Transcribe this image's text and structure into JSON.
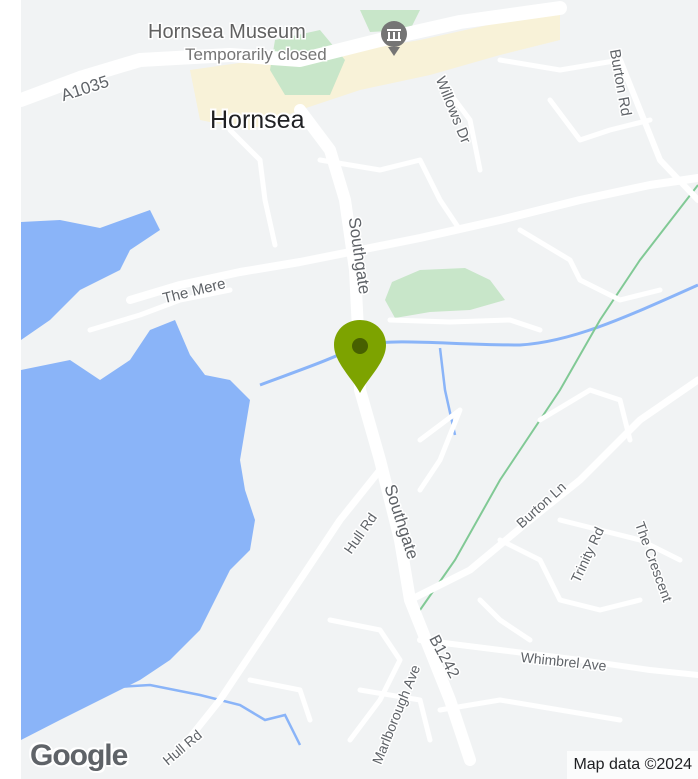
{
  "colors": {
    "land": "#f1f3f4",
    "water": "#8ab4f8",
    "park": "#c8e6c9",
    "road": "#ffffff",
    "built_up": "#f8f2d8",
    "rail": "#81c995",
    "marker": "#7da300",
    "marker_dot": "#476000"
  },
  "poi": {
    "name": "Hornsea Museum",
    "status": "Temporarily closed",
    "icon": "museum-icon"
  },
  "town": "Hornsea",
  "roads": {
    "a1035": "A1035",
    "willows_dr": "Willows Dr",
    "burton_rd": "Burton Rd",
    "southgate_north": "Southgate",
    "the_mere": "The Mere",
    "southgate_south": "Southgate",
    "hull_rd_north": "Hull Rd",
    "burton_ln": "Burton Ln",
    "trinity_rd": "Trinity Rd",
    "the_crescent": "The Crescent",
    "b1242": "B1242",
    "whimbrel_ave": "Whimbrel Ave",
    "marlborough_ave": "Marlborough Ave",
    "hull_rd_south": "Hull Rd"
  },
  "marker": {
    "icon": "map-pin-icon"
  },
  "branding": {
    "logo": "Google"
  },
  "attribution": "Map data ©2024"
}
